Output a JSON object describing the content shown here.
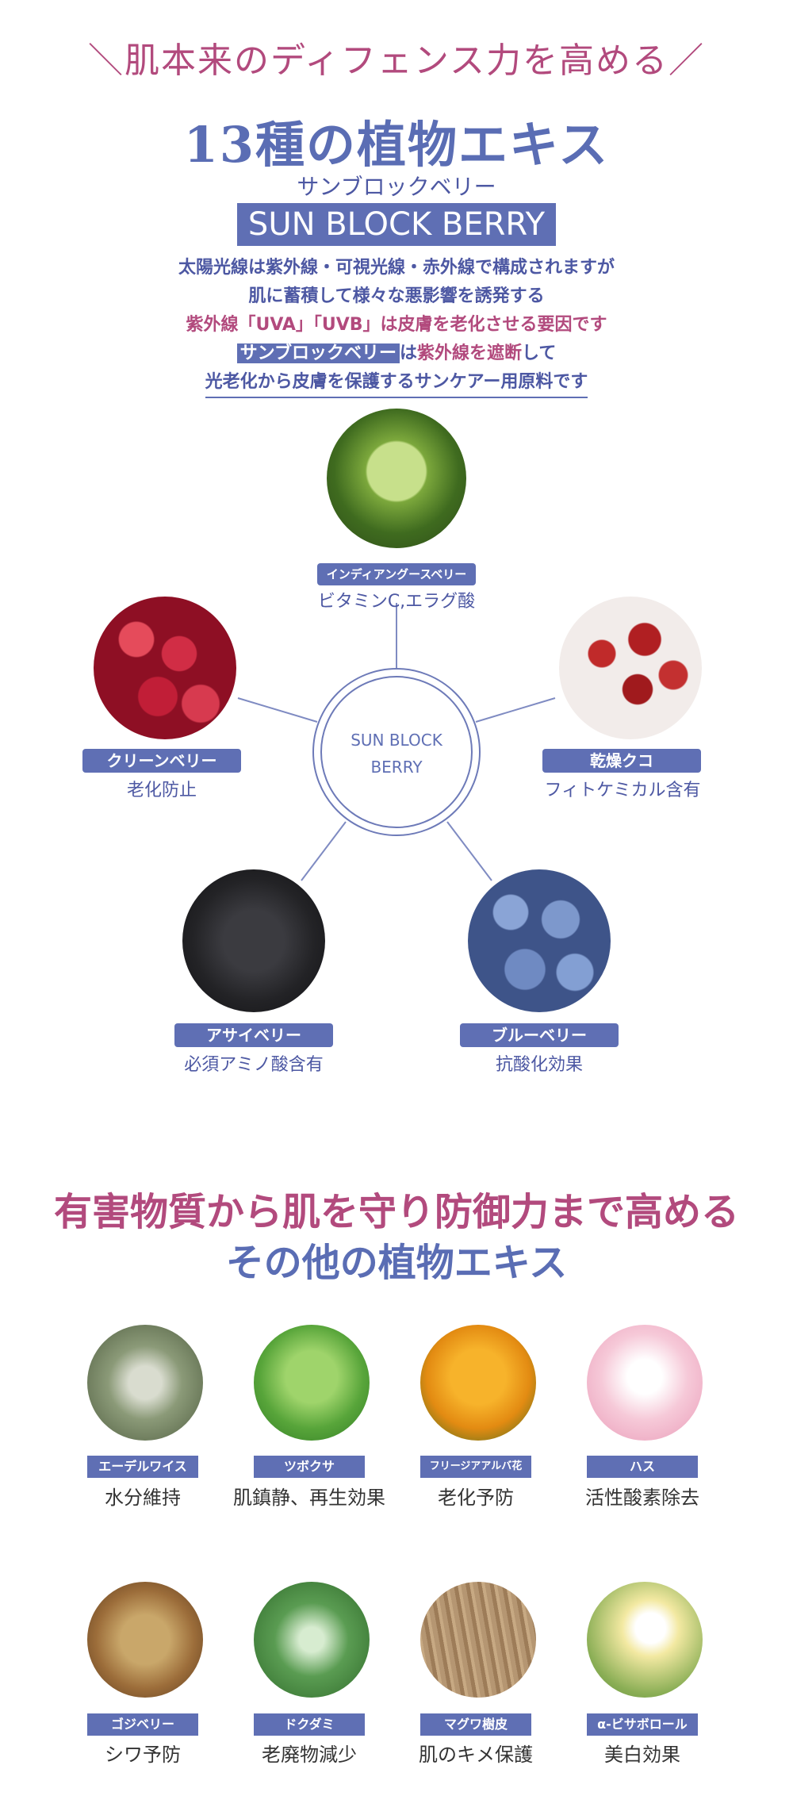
{
  "header": {
    "tagline": "＼肌本来のディフェンス力を高める／",
    "title": "13種の植物エキス",
    "subtitle_kana": "サンブロックベリー",
    "subtitle_en": "SUN BLOCK BERRY"
  },
  "description": {
    "line1": "太陽光線は紫外線・可視光線・赤外線で構成されますが",
    "line2": "肌に蓄積して様々な悪影響を誘発する",
    "line3": "紫外線「UVA」「UVB」は皮膚を老化させる要因です",
    "line4_hl": "サンブロックベリー",
    "line4_a": "は",
    "line4_pink": "紫外線を遮断",
    "line4_b": "して",
    "line5": "光老化から皮膚を保護するサンケアー用原料です"
  },
  "center": {
    "line1": "SUN BLOCK",
    "line2": "BERRY"
  },
  "berries": [
    {
      "name": "インディアングースベリー",
      "effect": "ビタミンC,エラグ酸",
      "icon": "amla-photo"
    },
    {
      "name": "クリーンベリー",
      "effect": "老化防止",
      "icon": "cranberry-photo"
    },
    {
      "name": "乾燥クコ",
      "effect": "フィトケミカル含有",
      "icon": "goji-photo"
    },
    {
      "name": "アサイベリー",
      "effect": "必須アミノ酸含有",
      "icon": "acai-photo"
    },
    {
      "name": "ブルーベリー",
      "effect": "抗酸化効果",
      "icon": "blueberry-photo"
    }
  ],
  "section2": {
    "title1": "有害物質から肌を守り防御力まで高める",
    "title2": "その他の植物エキス"
  },
  "plants": [
    {
      "name": "エーデルワイス",
      "effect": "水分維持"
    },
    {
      "name": "ツボクサ",
      "effect": "肌鎮静、再生効果"
    },
    {
      "name": "フリージアアルバ花",
      "effect": "老化予防"
    },
    {
      "name": "ハス",
      "effect": "活性酸素除去"
    },
    {
      "name": "ゴジベリー",
      "effect": "シワ予防"
    },
    {
      "name": "ドクダミ",
      "effect": "老廃物減少"
    },
    {
      "name": "マグワ樹皮",
      "effect": "肌のキメ保護"
    },
    {
      "name": "α-ビサボロール",
      "effect": "美白効果"
    }
  ]
}
